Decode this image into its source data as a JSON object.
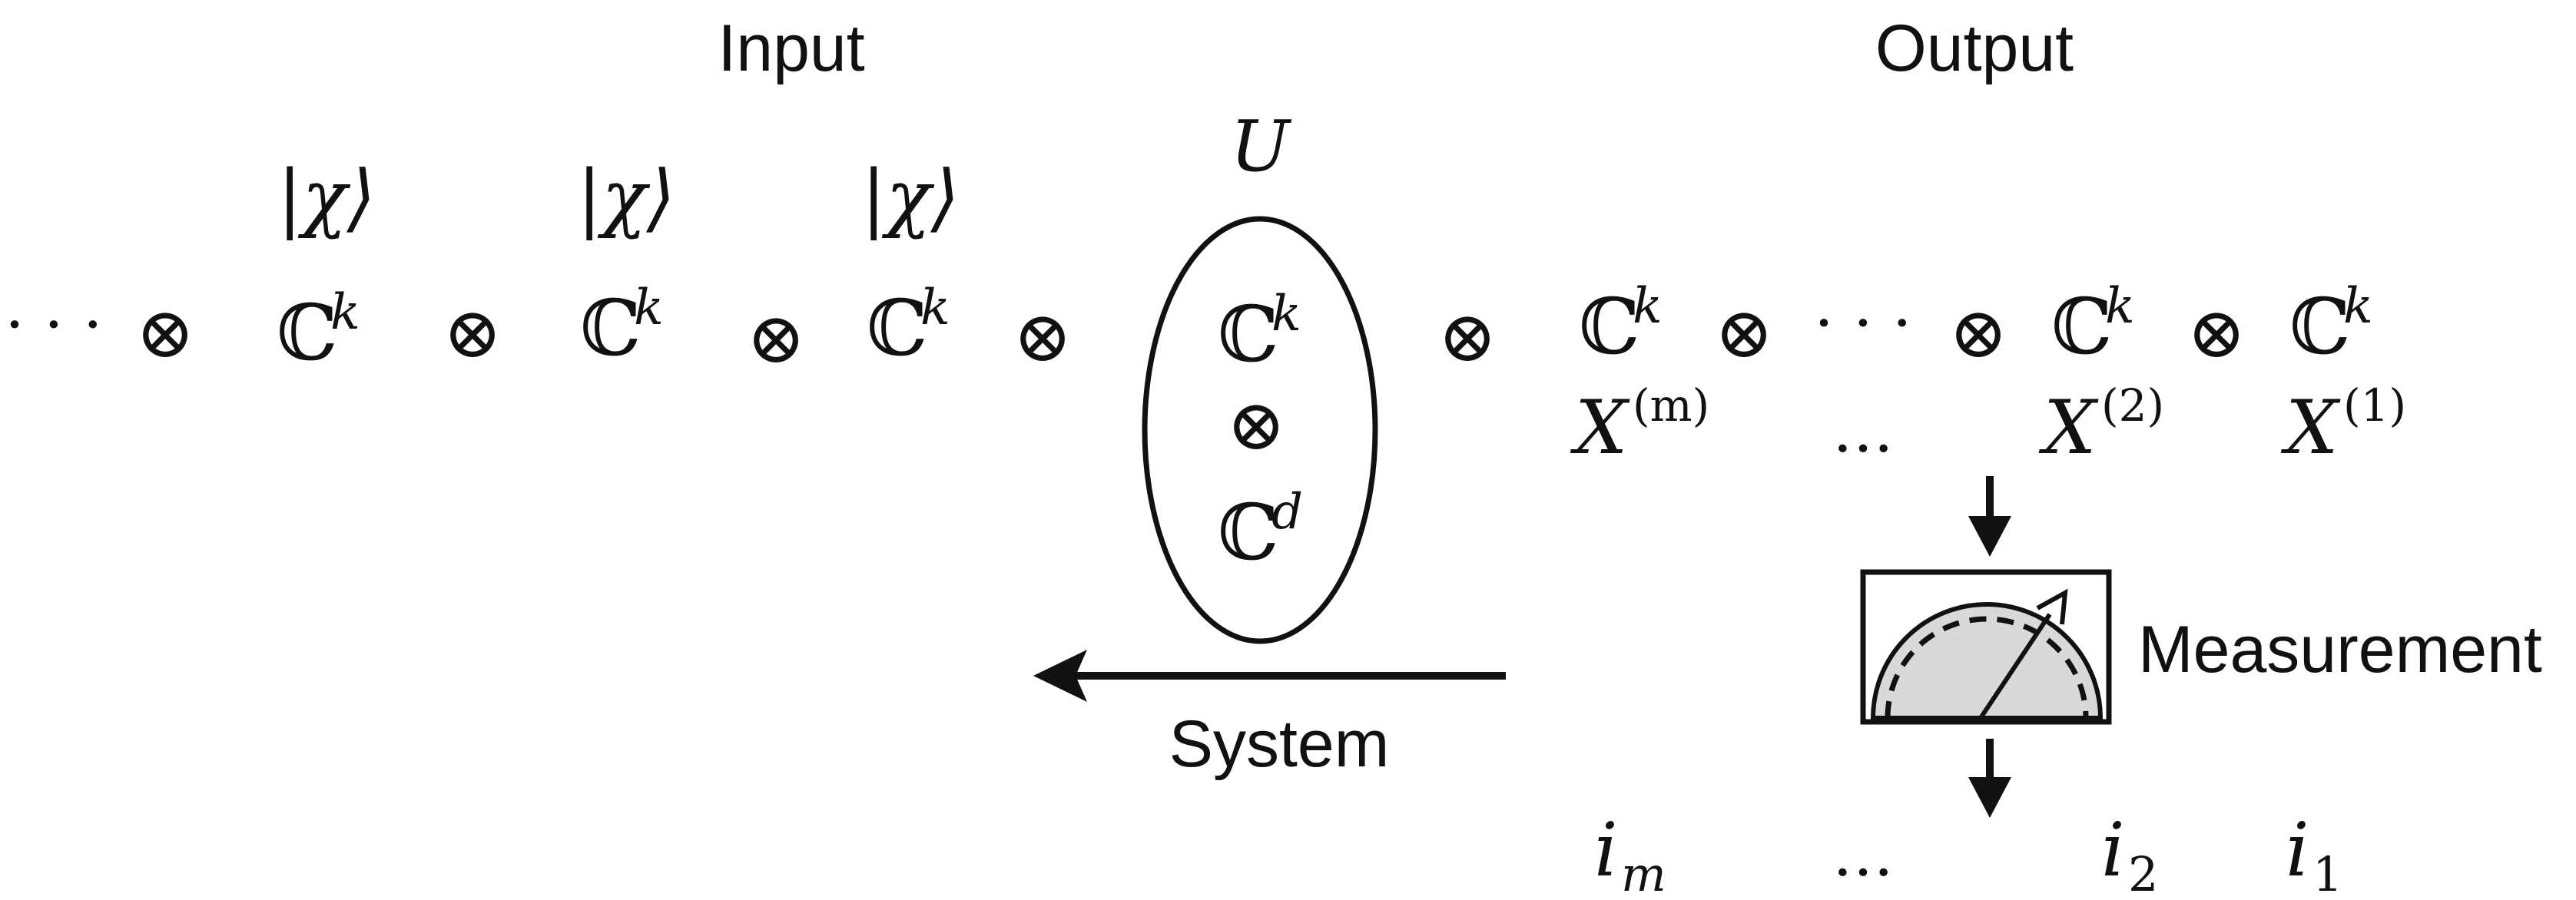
{
  "headings": {
    "input": "Input",
    "output": "Output",
    "system": "System",
    "measurement": "Measurement",
    "unitary": "U"
  },
  "symbols": {
    "tensor": "⊗",
    "ellipsis": "· · ·",
    "space_base": "ℂ",
    "space_k": "k",
    "space_d": "d"
  },
  "input_states": [
    "|χ⟩",
    "|χ⟩",
    "|χ⟩"
  ],
  "output_labels": [
    {
      "base": "X",
      "sup": "(m)"
    },
    {
      "base": "…",
      "sup": ""
    },
    {
      "base": "X",
      "sup": "(2)"
    },
    {
      "base": "X",
      "sup": "(1)"
    }
  ],
  "outcomes": [
    {
      "base": "i",
      "sub": "m"
    },
    {
      "base": "…",
      "sub": ""
    },
    {
      "base": "i",
      "sub": "2"
    },
    {
      "base": "i",
      "sub": "1"
    }
  ],
  "colors": {
    "stroke": "#111111",
    "meter_fill": "#d9d9d9",
    "background": "#ffffff"
  }
}
